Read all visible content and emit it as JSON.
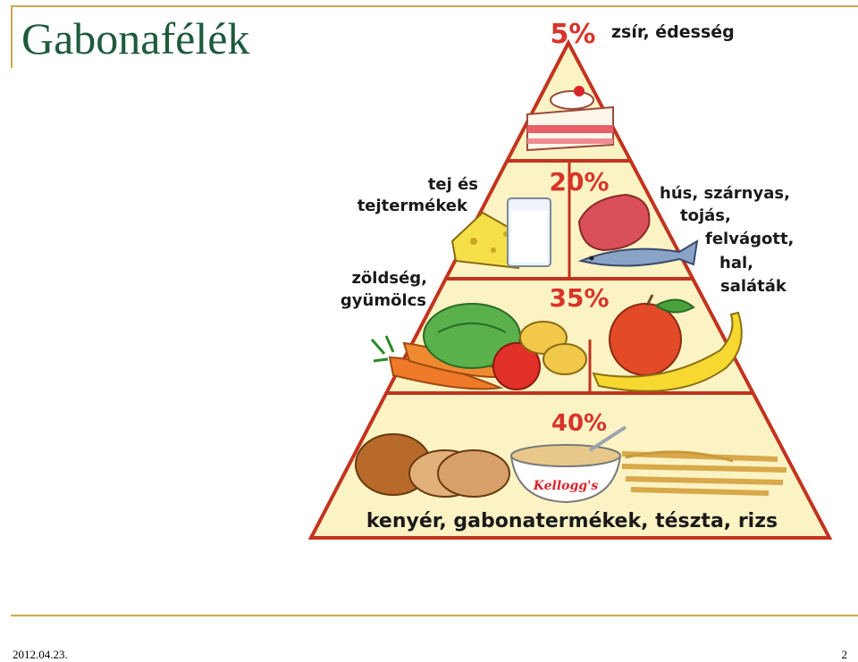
{
  "slide": {
    "title": "Gabonafélék",
    "footer_date": "2012.04.23.",
    "page_number": "2"
  },
  "pyramid": {
    "colors": {
      "fill": "#fbf3c4",
      "stroke": "#c2331f",
      "percent": "#d8342a"
    },
    "tiers": [
      {
        "percent": "5%",
        "label": "zsír, édesség"
      },
      {
        "percent": "20%",
        "label_left": [
          "tej és",
          "tejtermékek"
        ],
        "label_right": [
          "hús, szárnyas,",
          "tojás,",
          "felvágott,",
          "hal,",
          "saláták"
        ]
      },
      {
        "percent": "35%",
        "label_left": [
          "zöldség,",
          "gyümölcs"
        ]
      },
      {
        "percent": "40%",
        "label": "kenyér, gabonatermékek, tészta, rizs"
      }
    ],
    "bowl_brand": "Kellogg's"
  }
}
